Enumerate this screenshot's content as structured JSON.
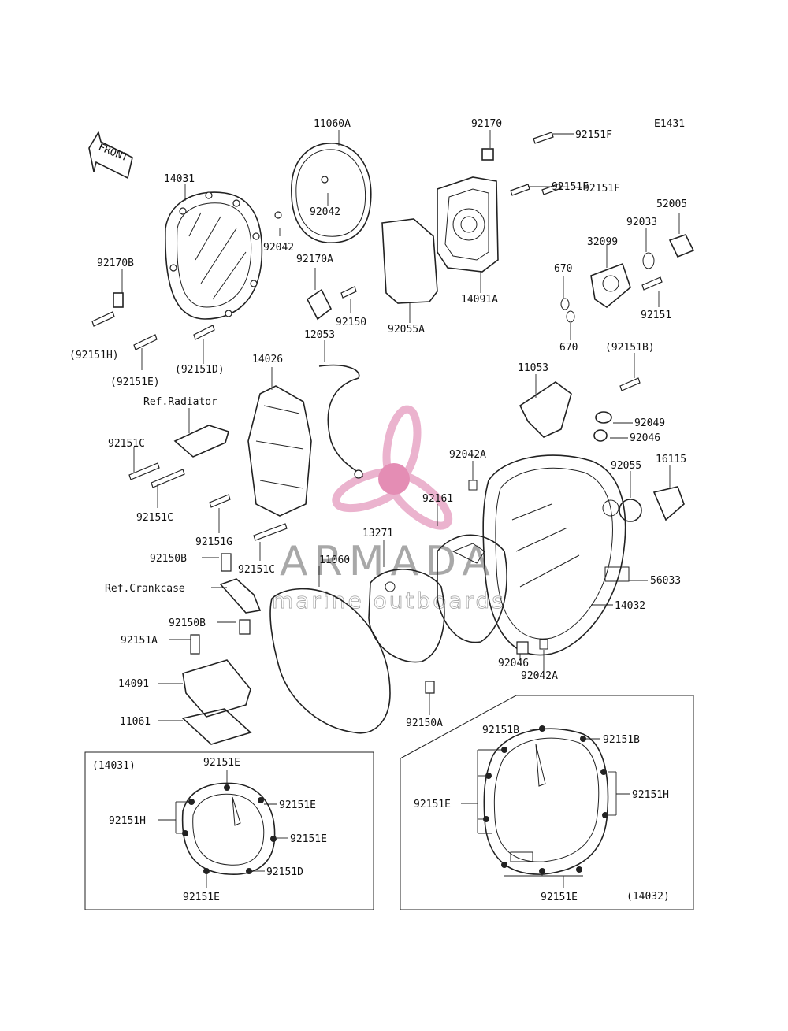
{
  "diagram_code": "E1431",
  "front_label": "FRONT",
  "labels": {
    "l_11060A": "11060A",
    "l_92170": "92170",
    "l_92151F_1": "92151F",
    "l_92151F_2": "92151F",
    "l_92151F_3": "92151F",
    "l_14031": "14031",
    "l_92042_1": "92042",
    "l_92042_2": "92042",
    "l_52005": "52005",
    "l_92033": "92033",
    "l_32099": "32099",
    "l_92170B": "92170B",
    "l_92170A": "92170A",
    "l_670_1": "670",
    "l_92151_r": "92151",
    "l_14091A": "14091A",
    "l_92150": "92150",
    "l_92055A": "92055A",
    "l_92151H": "(92151H)",
    "l_12053": "12053",
    "l_670_2": "670",
    "l_92151B_p": "(92151B)",
    "l_92151E_p": "(92151E)",
    "l_92151D_p": "(92151D)",
    "l_14026": "14026",
    "l_11053": "11053",
    "l_ref_radiator": "Ref.Radiator",
    "l_92049": "92049",
    "l_92046_1": "92046",
    "l_92151C_1": "92151C",
    "l_92042A_1": "92042A",
    "l_92055": "92055",
    "l_16115": "16115",
    "l_92151C_2": "92151C",
    "l_92161": "92161",
    "l_92151G": "92151G",
    "l_13271": "13271",
    "l_92150B_1": "92150B",
    "l_11060": "11060",
    "l_92151C_3": "92151C",
    "l_56033": "56033",
    "l_ref_crankcase": "Ref.Crankcase",
    "l_14032": "14032",
    "l_92150B_2": "92150B",
    "l_92151A": "92151A",
    "l_92046_2": "92046",
    "l_92042A_2": "92042A",
    "l_14091": "14091",
    "l_11061": "11061",
    "l_92150A": "92150A"
  },
  "inset_left": {
    "title": "(14031)",
    "l_top": "92151E",
    "l_e1": "92151E",
    "l_e2": "92151E",
    "l_h": "92151H",
    "l_d": "92151D",
    "l_bottom": "92151E"
  },
  "inset_right": {
    "title": "(14032)",
    "l_b1": "92151B",
    "l_b2": "92151B",
    "l_e": "92151E",
    "l_h": "92151H",
    "l_bottom": "92151E"
  },
  "watermark": {
    "brand": "ARMADA",
    "tagline": "marine outboards",
    "colors": {
      "logo_pink": "#e8a6c6",
      "logo_core": "#e07aa8",
      "text_gray": "#9a9a9a"
    }
  }
}
